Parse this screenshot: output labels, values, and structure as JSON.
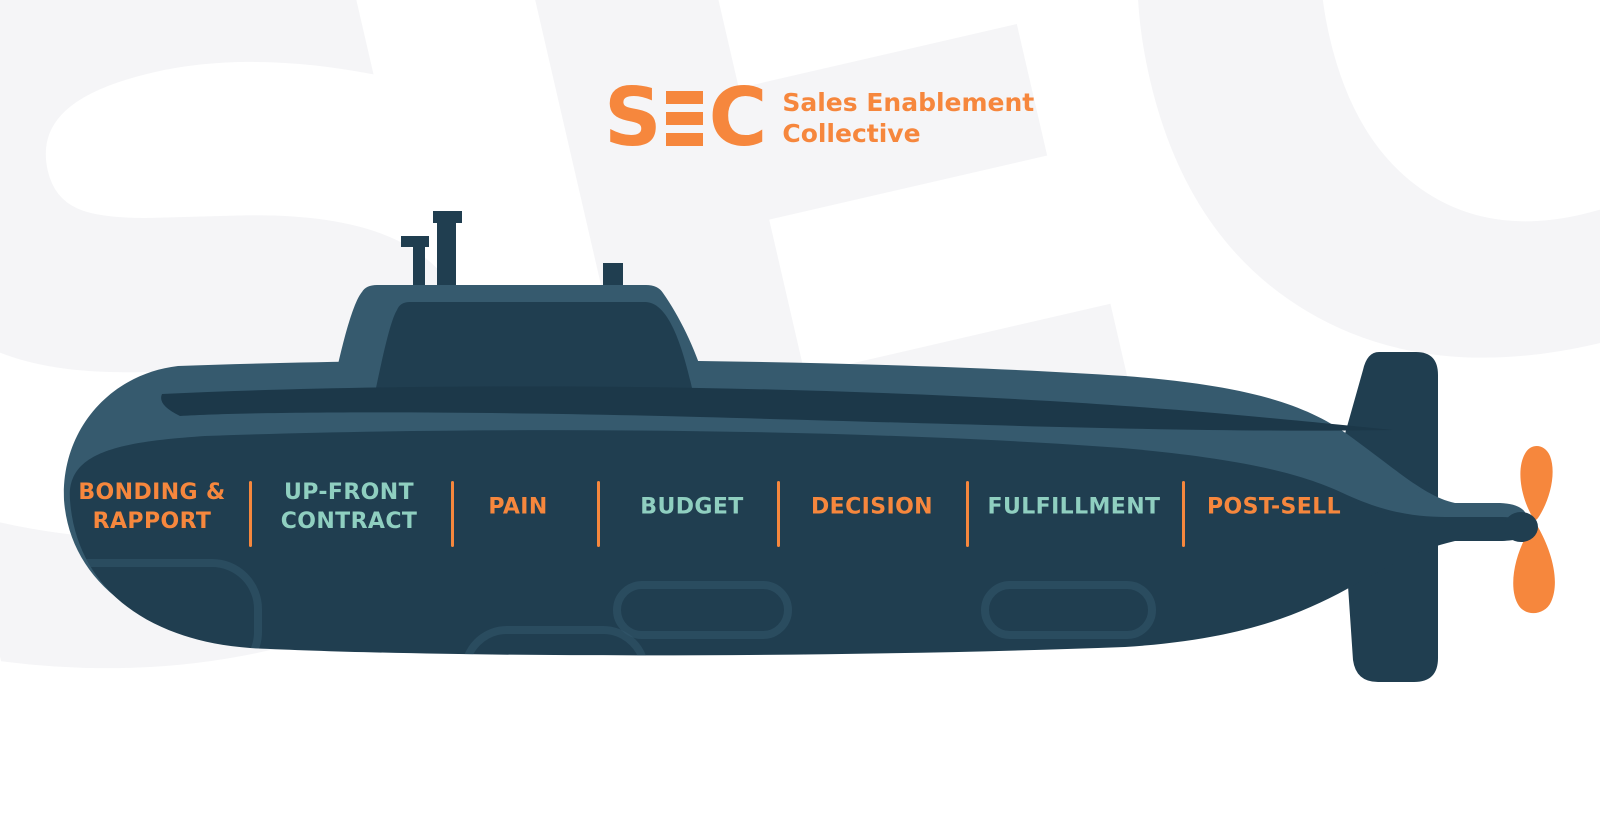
{
  "logo": {
    "mark_s": "S",
    "mark_c": "C",
    "name_line1": "Sales Enablement",
    "name_line2": "Collective"
  },
  "watermark": {
    "text": "SEC"
  },
  "theme": {
    "orange": "#F6873D",
    "teal": "#8FCFC0",
    "hull_dark": "#203E50",
    "hull_slate": "#365A6E",
    "stripe_dark": "#1C3849",
    "hatch_line": "#33586C",
    "canvas_bg": "#FFFFFF",
    "watermark_color": "#F5F5F7"
  },
  "stages": [
    {
      "label": "BONDING & RAPPORT",
      "color": "orange"
    },
    {
      "label": "UP-FRONT CONTRACT",
      "color": "teal"
    },
    {
      "label": "PAIN",
      "color": "orange"
    },
    {
      "label": "BUDGET",
      "color": "teal"
    },
    {
      "label": "DECISION",
      "color": "orange"
    },
    {
      "label": "FULFILLMENT",
      "color": "teal"
    },
    {
      "label": "POST-SELL",
      "color": "orange"
    }
  ]
}
